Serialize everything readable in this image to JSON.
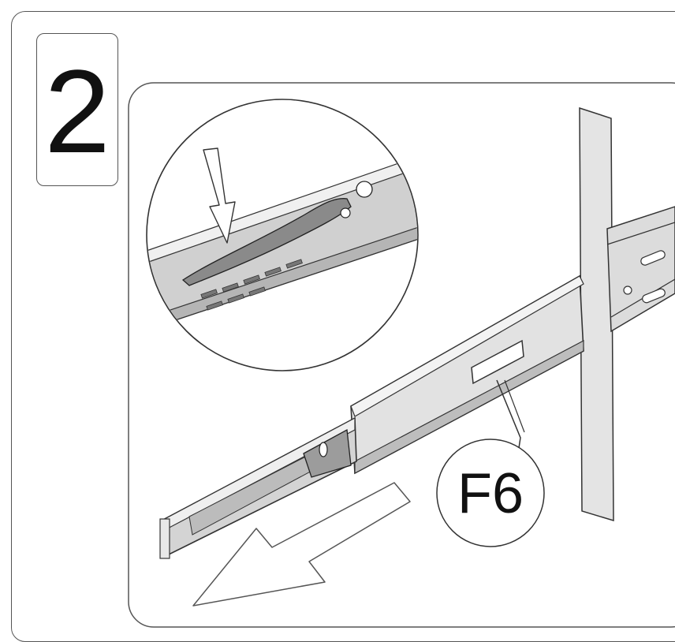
{
  "step": {
    "number": "2"
  },
  "callout": {
    "label": "F6"
  },
  "icons": {
    "detail": "magnifier-detail-circle",
    "press": "down-arrow-press",
    "pull": "pull-out-arrow"
  },
  "colors": {
    "line": "#333333",
    "rail_light": "#e6e6e6",
    "rail_mid": "#cfcfcf",
    "rail_dark": "#9a9a9a",
    "background": "#ffffff"
  }
}
